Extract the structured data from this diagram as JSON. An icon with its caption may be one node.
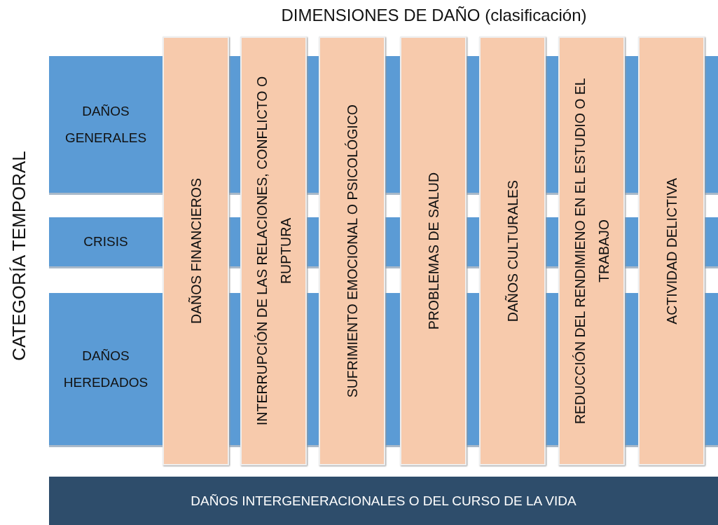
{
  "diagram": {
    "title": "DIMENSIONES DE DAÑO (clasificación)",
    "nodes": [
      {
        "text": [
          "DAÑOS GENERALES"
        ]
      },
      {
        "text": [
          "CRISIS"
        ]
      },
      {
        "text": [
          "DAÑOS HEREDADOS"
        ]
      },
      {
        "text": [
          "DAÑOS FINANCIEROS"
        ]
      },
      {
        "text": [
          "INTERRUPCIÓN DE LAS RELACIONES, CONFLICTO O RUPTURA"
        ]
      },
      {
        "text": [
          "SUFRIMIENTO EMOCIONAL O PSICOLÓGICO"
        ]
      },
      {
        "text": [
          "PROBLEMAS DE SALUD"
        ]
      },
      {
        "text": [
          "DAÑOS CULTURALES"
        ]
      },
      {
        "text": [
          "REDUCCIÓN DEL RENDIMIENO EN EL ESTUDIO O EL TRABAJO"
        ]
      },
      {
        "text": [
          "ACTIVIDAD DELICTIVA"
        ]
      },
      {
        "text": [
          "DAÑOS INTERGENERACIONALES O DEL CURSO DE LA VIDA"
        ]
      }
    ],
    "labels": [
      "CATEGORÍA TEMPORAL"
    ]
  }
}
